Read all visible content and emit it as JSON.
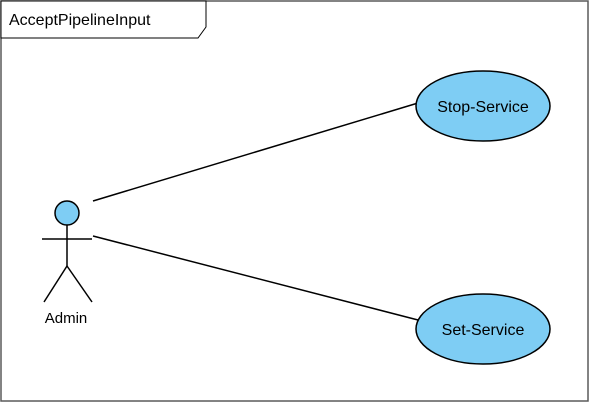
{
  "frame": {
    "title": "AcceptPipelineInput"
  },
  "actor": {
    "name": "Admin"
  },
  "use_cases": [
    {
      "label": "Stop-Service"
    },
    {
      "label": "Set-Service"
    }
  ],
  "colors": {
    "fill": "#7ecdf4",
    "stroke": "#000000",
    "frame_border": "#5a5a5a",
    "background": "#ffffff"
  }
}
